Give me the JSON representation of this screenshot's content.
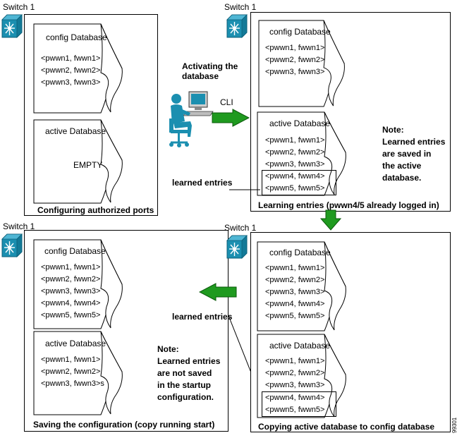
{
  "switch_label": "Switch 1",
  "config_db_title": "config Database",
  "active_db_title": "active Database",
  "entries": {
    "e1": "<pwwn1, fwwn1>",
    "e2": "<pwwn2, fwwn2>",
    "e3": "<pwwn3, fwwn3>",
    "e3s": "<pwwn3, fwwn3>s",
    "e4": "<pwwn4, fwwn4>",
    "e5": "<pwwn5, fwwn5>"
  },
  "empty_text": "EMPTY",
  "activating": {
    "line1": "Activating the",
    "line2": "database"
  },
  "cli_label": "CLI",
  "learned_entries": "learned entries",
  "captions": {
    "tl": "Configuring authorized ports",
    "tr": "Learning entries (pwwn4/5 already logged in)",
    "bl": "Saving the configuration (copy running start)",
    "br": "Copying active database to config database"
  },
  "note_tr": [
    "Note:",
    "Learned entries",
    "are saved in",
    "the active",
    "database."
  ],
  "note_bl": [
    "Note:",
    "Learned entries",
    "are not saved",
    "in the startup",
    "configuration."
  ],
  "figure_number": "99301",
  "colors": {
    "switch_blue": "#1b8fb0",
    "arrow_green": "#1f9a1f"
  }
}
